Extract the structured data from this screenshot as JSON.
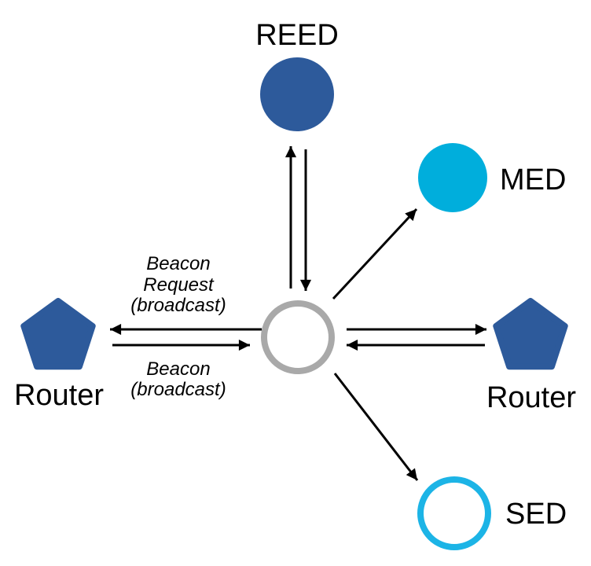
{
  "diagram": {
    "nodes": {
      "reed": {
        "label": "REED"
      },
      "med": {
        "label": "MED"
      },
      "sed": {
        "label": "SED"
      },
      "router_left": {
        "label": "Router"
      },
      "router_right": {
        "label": "Router"
      },
      "joiner": {
        "label": ""
      }
    },
    "messages": {
      "beacon_request": {
        "lines": [
          "Beacon",
          "Request",
          "(broadcast)"
        ]
      },
      "beacon": {
        "lines": [
          "Beacon",
          "(broadcast)"
        ]
      }
    },
    "colors": {
      "router_blue": "#2D5A9B",
      "med_cyan": "#00AEDC",
      "sed_cyan": "#1CB4E6",
      "joiner_gray": "#A9A9A9",
      "arrow": "#000000",
      "text": "#000000",
      "background": "#FFFFFF"
    }
  }
}
